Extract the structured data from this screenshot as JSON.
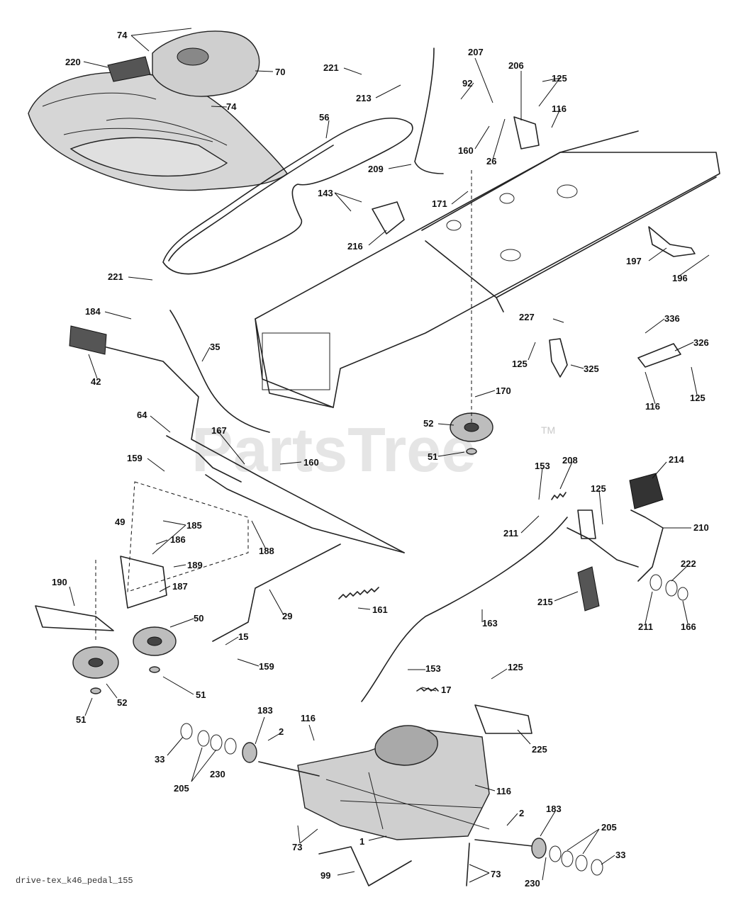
{
  "diagram": {
    "watermark": "PartsTree",
    "watermark_mark": "TM",
    "footer_code": "drive-tex_k46_pedal_155",
    "callouts": [
      "74",
      "74",
      "220",
      "70",
      "74",
      "56",
      "221",
      "213",
      "92",
      "207",
      "206",
      "125",
      "116",
      "160",
      "26",
      "209",
      "171",
      "143",
      "216",
      "221",
      "184",
      "35",
      "42",
      "64",
      "167",
      "159",
      "160",
      "49",
      "185",
      "186",
      "188",
      "189",
      "190",
      "187",
      "161",
      "29",
      "50",
      "15",
      "159",
      "51",
      "52",
      "51",
      "227",
      "125",
      "325",
      "336",
      "326",
      "116",
      "125",
      "170",
      "52",
      "51",
      "197",
      "196",
      "153",
      "208",
      "125",
      "214",
      "211",
      "210",
      "222",
      "215",
      "211",
      "166",
      "163",
      "153",
      "17",
      "125",
      "225",
      "183",
      "116",
      "2",
      "33",
      "205",
      "230",
      "116",
      "183",
      "205",
      "33",
      "73",
      "73",
      "1",
      "99",
      "2",
      "230"
    ]
  }
}
